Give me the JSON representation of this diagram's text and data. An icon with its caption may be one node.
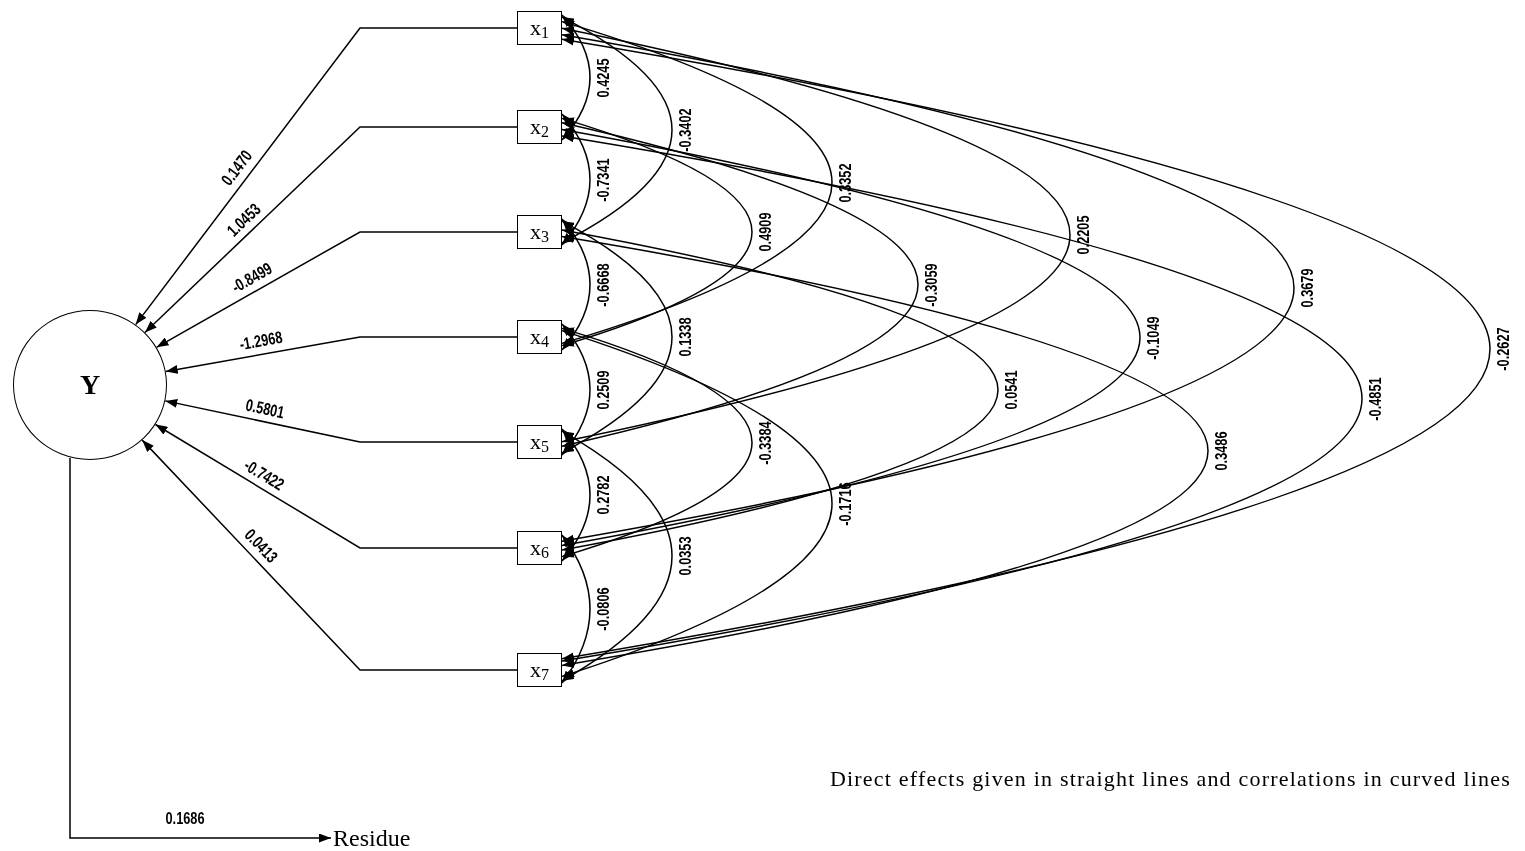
{
  "diagram": {
    "nodes": [
      {
        "text": [
          "Y"
        ]
      },
      {
        "text": [
          "x$_{1}$"
        ]
      },
      {
        "text": [
          "x$_{2}$"
        ]
      },
      {
        "text": [
          "x$_{3}$"
        ]
      },
      {
        "text": [
          "x$_{4}$"
        ]
      },
      {
        "text": [
          "x$_{5}$"
        ]
      },
      {
        "text": [
          "x$_{6}$"
        ]
      },
      {
        "text": [
          "x$_{7}$"
        ]
      },
      {
        "text": [
          "Residue"
        ]
      }
    ],
    "edges": [
      {
        "from": 1,
        "to": 0,
        "arrow": "to",
        "label": "0.1470"
      },
      {
        "from": 2,
        "to": 0,
        "arrow": "to",
        "label": "1.0453"
      },
      {
        "from": 3,
        "to": 0,
        "arrow": "to",
        "label": "-0.8499"
      },
      {
        "from": 4,
        "to": 0,
        "arrow": "to",
        "label": "-1.2968"
      },
      {
        "from": 5,
        "to": 0,
        "arrow": "to",
        "label": "0.5801"
      },
      {
        "from": 6,
        "to": 0,
        "arrow": "to",
        "label": "-0.7422"
      },
      {
        "from": 7,
        "to": 0,
        "arrow": "to",
        "label": "0.0413"
      },
      {
        "from": 0,
        "to": 8,
        "arrow": "to",
        "label": "0.1686"
      },
      {
        "from": 1,
        "to": 2,
        "arrow": "both",
        "label": "0.4245"
      },
      {
        "from": 2,
        "to": 3,
        "arrow": "both",
        "label": "-0.7341"
      },
      {
        "from": 3,
        "to": 4,
        "arrow": "both",
        "label": "-0.6668"
      },
      {
        "from": 4,
        "to": 5,
        "arrow": "both",
        "label": "0.2509"
      },
      {
        "from": 5,
        "to": 6,
        "arrow": "both",
        "label": "0.2782"
      },
      {
        "from": 6,
        "to": 7,
        "arrow": "both",
        "label": "-0.0806"
      },
      {
        "from": 1,
        "to": 3,
        "arrow": "both",
        "label": "-0.3402"
      },
      {
        "from": 3,
        "to": 5,
        "arrow": "both",
        "label": "0.1338"
      },
      {
        "from": 5,
        "to": 7,
        "arrow": "both",
        "label": "0.0353"
      },
      {
        "from": 2,
        "to": 4,
        "arrow": "both",
        "label": "0.4909"
      },
      {
        "from": 4,
        "to": 6,
        "arrow": "both",
        "label": "-0.3384"
      },
      {
        "from": 1,
        "to": 4,
        "arrow": "both",
        "label": "0.3352"
      },
      {
        "from": 4,
        "to": 7,
        "arrow": "both",
        "label": "-0.1716"
      },
      {
        "from": 2,
        "to": 5,
        "arrow": "both",
        "label": "-0.3059"
      },
      {
        "from": 3,
        "to": 6,
        "arrow": "both",
        "label": "0.0541"
      },
      {
        "from": 1,
        "to": 5,
        "arrow": "both",
        "label": "0.2205"
      },
      {
        "from": 2,
        "to": 6,
        "arrow": "both",
        "label": "-0.1049"
      },
      {
        "from": 3,
        "to": 7,
        "arrow": "both",
        "label": "0.3486"
      },
      {
        "from": 1,
        "to": 6,
        "arrow": "both",
        "label": "0.3679"
      },
      {
        "from": 2,
        "to": 7,
        "arrow": "both",
        "label": "-0.4851"
      },
      {
        "from": 1,
        "to": 7,
        "arrow": "both",
        "label": "-0.2627"
      }
    ],
    "labels": [
      "Direct effects given in straight lines and correlations in curved lines"
    ]
  }
}
